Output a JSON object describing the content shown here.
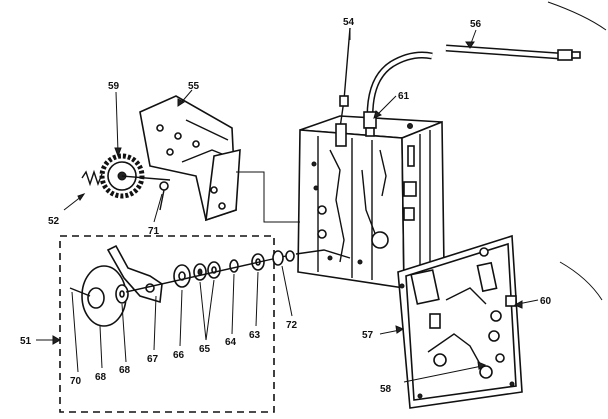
{
  "diagram": {
    "callouts": {
      "p51": "51",
      "p52": "52",
      "p54": "54",
      "p55": "55",
      "p56": "56",
      "p57": "57",
      "p58": "58",
      "p59": "59",
      "p60": "60",
      "p61": "61",
      "p63": "63",
      "p64": "64",
      "p65": "65",
      "p66": "66",
      "p67": "67",
      "p68a": "68",
      "p68b": "68",
      "p70": "70",
      "p71": "71",
      "p72": "72"
    }
  }
}
